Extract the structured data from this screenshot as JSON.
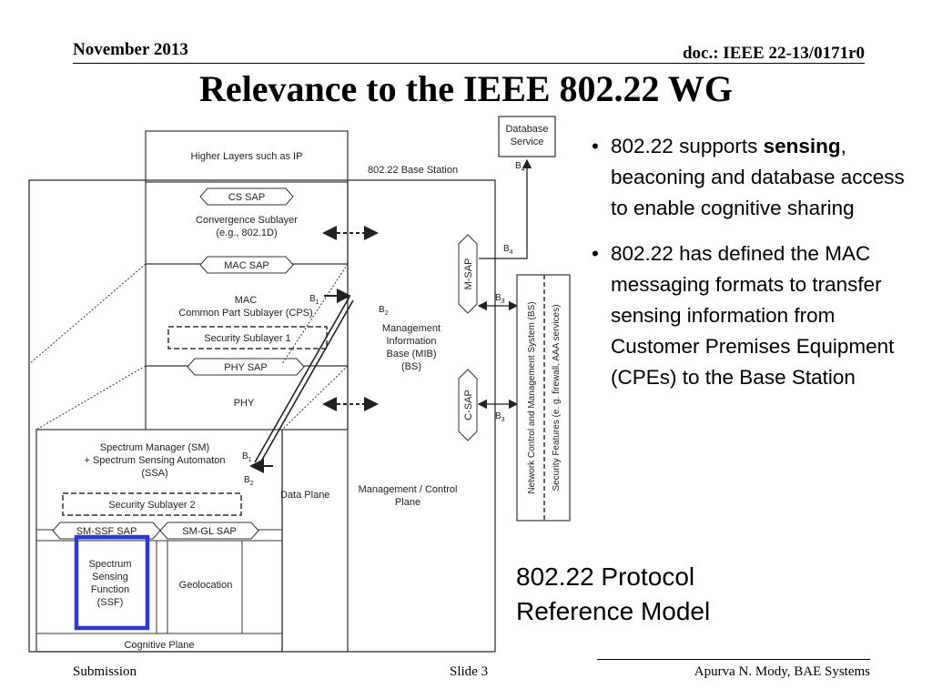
{
  "header": {
    "date": "November 2013",
    "doc_id": "doc.: IEEE 22-13/0171r0"
  },
  "title": "Relevance to the IEEE 802.22 WG",
  "diagram": {
    "database_service": "Database\nService",
    "base_station": "802.22 Base Station",
    "higher_layers": "Higher Layers such as IP",
    "cs_sap": "CS SAP",
    "convergence": "Convergence Sublayer\n(e.g., 802.1D)",
    "mac_sap": "MAC SAP",
    "mac_cps": "MAC\nCommon Part Sublayer (CPS)",
    "security_1": "Security Sublayer 1",
    "phy_sap": "PHY SAP",
    "phy": "PHY",
    "mib": "Management\nInformation\nBase (MIB)\n(BS)",
    "m_sap": "M-SAP",
    "c_sap": "C-SAP",
    "ncms": "Network Control and Management System (BS)",
    "security_features": "Security Features (e. g. firewall, AAA services)",
    "spectrum_manager": "Spectrum Manager (SM)\n+ Spectrum Sensing Automaton\n(SSA)",
    "security_2": "Security Sublayer 2",
    "sm_ssf_sap": "SM-SSF SAP",
    "sm_gl_sap": "SM-GL SAP",
    "ssf": "Spectrum\nSensing\nFunction\n(SSF)",
    "geolocation": "Geolocation",
    "cognitive_plane": "Cognitive Plane",
    "data_plane": "Data Plane",
    "mgmt_plane": "Management / Control\nPlane",
    "b1": "B1",
    "b2": "B2",
    "b3": "B3",
    "b4": "B4",
    "ssf_highlight_color": "#2b3bd1"
  },
  "bullets": [
    {
      "pre": "802.22 supports ",
      "bold": "sensing",
      "post": ", beaconing and database access to enable cognitive sharing"
    },
    {
      "pre": "802.22 has defined the MAC messaging formats to transfer sensing information from Customer Premises Equipment (CPEs) to the Base Station",
      "bold": "",
      "post": ""
    }
  ],
  "caption": "802.22 Protocol\nReference Model",
  "footer": {
    "left": "Submission",
    "center": "Slide 3",
    "right": "Apurva N. Mody, BAE Systems"
  }
}
